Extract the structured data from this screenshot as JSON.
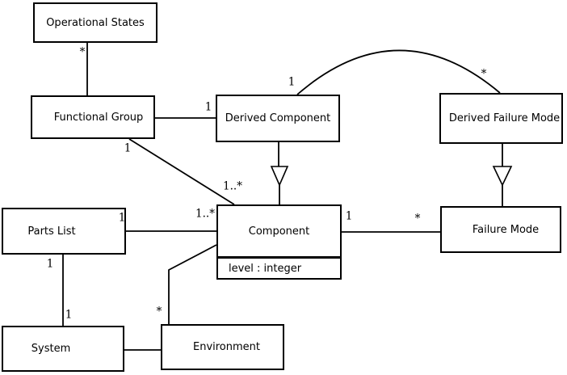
{
  "diagram": {
    "kind": "uml-class-diagram",
    "colors": {
      "line": "#000000",
      "box_fill": "#ffffff",
      "background": "#ffffff",
      "text": "#000000"
    }
  },
  "classes": {
    "operational_states": {
      "label": "Operational States"
    },
    "functional_group": {
      "label": "Functional Group"
    },
    "derived_component": {
      "label": "Derived Component"
    },
    "derived_failure_mode": {
      "label": "Derived Failure Mode"
    },
    "parts_list": {
      "label": "Parts List"
    },
    "component": {
      "label": "Component",
      "attribute": "level : integer"
    },
    "failure_mode": {
      "label": "Failure Mode"
    },
    "system": {
      "label": "System"
    },
    "environment": {
      "label": "Environment"
    }
  },
  "multiplicities": {
    "op_states_end": "*",
    "fg_to_derived_component": "1",
    "fg_diagonal_fg_end": "1",
    "fg_diagonal_component_end": "1..*",
    "arc_derived_component_end": "1",
    "arc_derived_failure_mode_end": "*",
    "component_to_failure_component_end": "1",
    "component_to_failure_fm_end": "*",
    "parts_to_component_parts_end": "1",
    "parts_to_component_component_end": "1..*",
    "parts_to_system_parts_end": "1",
    "parts_to_system_system_end": "1",
    "environment_to_component_env_end": "*"
  }
}
